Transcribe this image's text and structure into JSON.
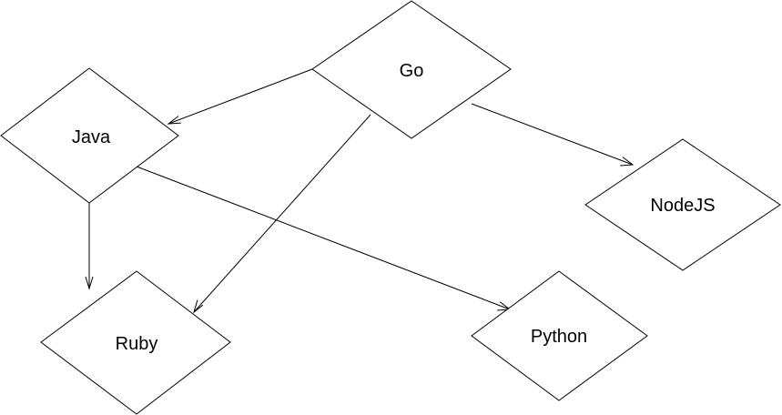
{
  "diagram": {
    "nodes": [
      {
        "id": "go",
        "label": "Go"
      },
      {
        "id": "java",
        "label": "Java"
      },
      {
        "id": "nodejs",
        "label": "NodeJS"
      },
      {
        "id": "ruby",
        "label": "Ruby"
      },
      {
        "id": "python",
        "label": "Python"
      }
    ],
    "edges": [
      {
        "from": "go",
        "to": "java"
      },
      {
        "from": "go",
        "to": "ruby"
      },
      {
        "from": "go",
        "to": "nodejs"
      },
      {
        "from": "java",
        "to": "ruby"
      },
      {
        "from": "java",
        "to": "python"
      }
    ]
  }
}
